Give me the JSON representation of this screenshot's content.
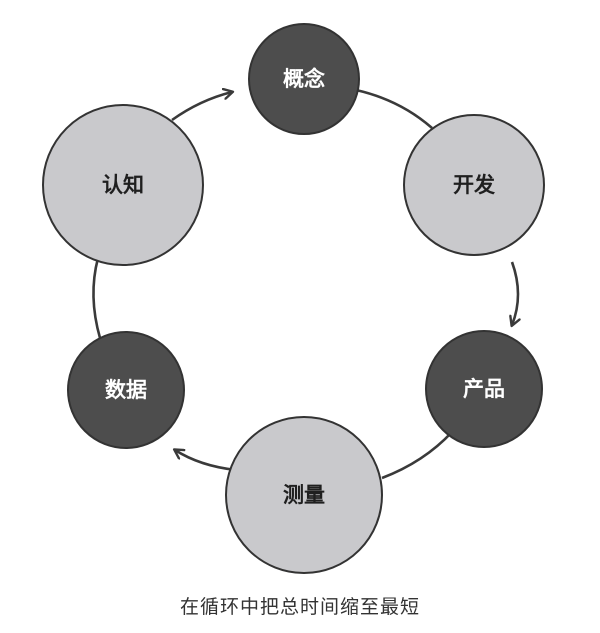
{
  "diagram": {
    "nodes": [
      {
        "id": "concept",
        "label": "概念",
        "style": "dark"
      },
      {
        "id": "develop",
        "label": "开发",
        "style": "light"
      },
      {
        "id": "product",
        "label": "产品",
        "style": "dark"
      },
      {
        "id": "measure",
        "label": "测量",
        "style": "light"
      },
      {
        "id": "data",
        "label": "数据",
        "style": "dark"
      },
      {
        "id": "cognition",
        "label": "认知",
        "style": "light"
      }
    ],
    "cycle_order": [
      "concept",
      "develop",
      "product",
      "measure",
      "data",
      "cognition"
    ],
    "colors": {
      "dark_fill": "#4d4d4d",
      "light_fill": "#c9c9cc",
      "stroke": "#333333",
      "dark_text": "#ffffff",
      "light_text": "#1f1f1f",
      "line": "#3a3a3a"
    }
  },
  "caption": "在循环中把总时间缩至最短"
}
